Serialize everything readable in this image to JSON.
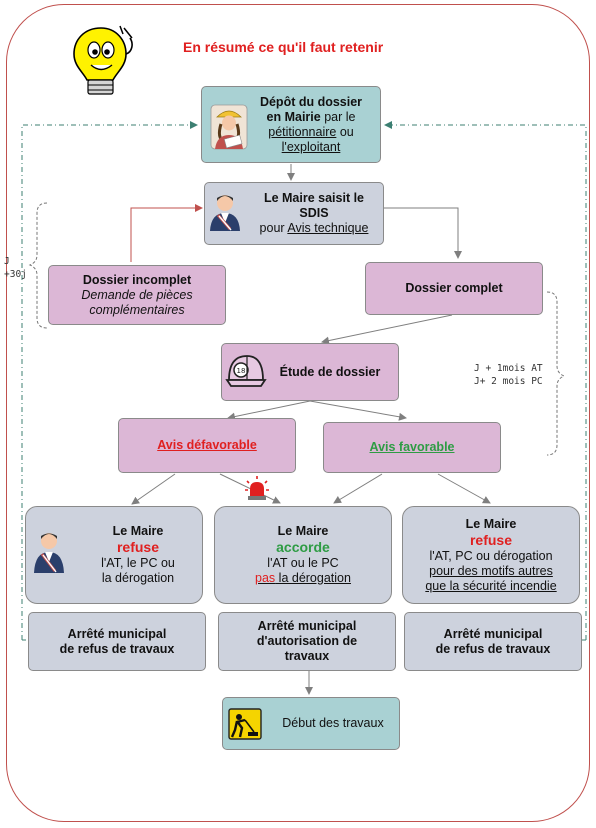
{
  "title": "En résumé ce qu'il faut retenir",
  "depot": {
    "l1": "Dépôt du dossier",
    "l2a": "en Mairie",
    "l2b": " par le",
    "l3a": "pétitionnaire",
    "l3b": " ou",
    "l4": "l'exploitant"
  },
  "maire_saisit": {
    "l1": "Le Maire saisit le",
    "l2": "SDIS",
    "l3a": "pour ",
    "l3b": "Avis technique"
  },
  "incomplet": {
    "l1": "Dossier incomplet",
    "l2": "Demande de pièces",
    "l3": "complémentaires"
  },
  "complet": {
    "label": "Dossier complet"
  },
  "delai_left": {
    "l1": "J",
    "l2": "+30j"
  },
  "delai_right": {
    "l1": "J + 1mois AT",
    "l2": "J+ 2 mois PC"
  },
  "etude": {
    "label": "Étude de dossier"
  },
  "defavorable": {
    "label": "Avis défavorable"
  },
  "favorable": {
    "label": "Avis favorable"
  },
  "refuse_left": {
    "l1": "Le Maire",
    "l2": "refuse",
    "l3": "l'AT, le PC ou",
    "l4": "la dérogation"
  },
  "accorde": {
    "l1": "Le Maire",
    "l2": "accorde",
    "l3": "l'AT ou le PC",
    "l4a": "pas",
    "l4b": " la dérogation"
  },
  "refuse_right": {
    "l1": "Le Maire",
    "l2": "refuse",
    "l3": "l'AT, PC ou dérogation",
    "l4": "pour des motifs autres",
    "l5": "que la sécurité incendie"
  },
  "arrete_left": {
    "l1": "Arrêté municipal",
    "l2": "de refus de travaux"
  },
  "arrete_mid": {
    "l1": "Arrêté municipal",
    "l2": "d'autorisation de",
    "l3": "travaux"
  },
  "arrete_right": {
    "l1": "Arrêté municipal",
    "l2": "de refus de travaux"
  },
  "debut": {
    "label": "Début des travaux"
  },
  "colors": {
    "accent_red": "#e02020",
    "green": "#2e9c44",
    "teal": "#a9d1d3",
    "grey": "#cdd2dd",
    "pink": "#dcb7d6"
  }
}
